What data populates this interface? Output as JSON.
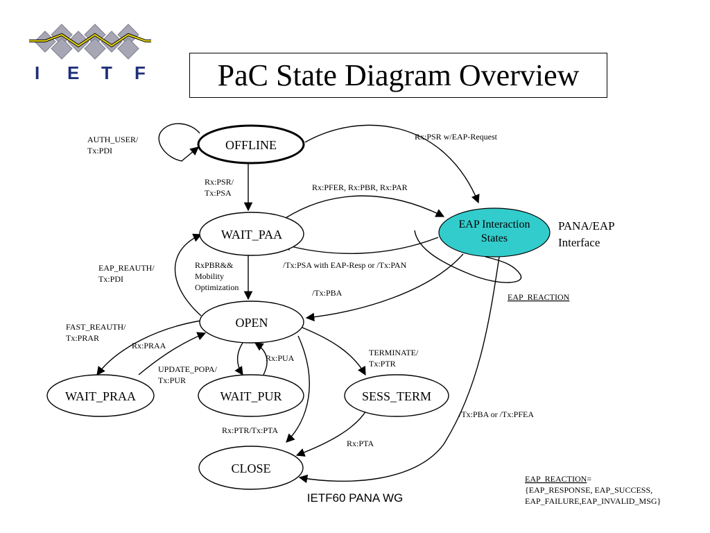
{
  "logo": {
    "letters": [
      "I",
      "E",
      "T",
      "F"
    ]
  },
  "title": "PaC State Diagram Overview",
  "footer": "IETF60 PANA WG",
  "states": {
    "offline": "OFFLINE",
    "wait_paa": "WAIT_PAA",
    "eap_line1": "EAP Interaction",
    "eap_line2": "States",
    "open": "OPEN",
    "wait_praa": "WAIT_PRAA",
    "wait_pur": "WAIT_PUR",
    "sess_term": "SESS_TERM",
    "close": "CLOSE"
  },
  "labels": {
    "auth_user_1": "AUTH_USER/",
    "auth_user_2": "Tx:PDI",
    "rx_psr_1": "Rx:PSR/",
    "rx_psr_2": "Tx:PSA",
    "rx_psr_eap": "Rx:PSR w/EAP-Request",
    "rx_pfer": "Rx:PFER, Rx:PBR, Rx:PAR",
    "pana_eap_1": "PANA/EAP",
    "pana_eap_2": "Interface",
    "tx_psa_eap": "/Tx:PSA with EAP-Resp or /Tx:PAN",
    "eap_reaction": "EAP_REACTION",
    "eap_reauth_1": "EAP_REAUTH/",
    "eap_reauth_2": "Tx:PDI",
    "rxpbr_1": "RxPBR&&",
    "rxpbr_2": "Mobility",
    "rxpbr_3": "Optimization",
    "tx_pba": "/Tx:PBA",
    "fast_reauth_1": "FAST_REAUTH/",
    "fast_reauth_2": "Tx:PRAR",
    "rx_praa": "Rx:PRAA",
    "update_popa_1": "UPDATE_POPA/",
    "update_popa_2": "Tx:PUR",
    "rx_pua": "Rx:PUA",
    "terminate_1": "TERMINATE/",
    "terminate_2": "Tx:PTR",
    "tx_pba_pfea": "/Tx:PBA or /Tx:PFEA",
    "rx_ptr": "Rx:PTR/Tx:PTA",
    "rx_pta": "Rx:PTA"
  },
  "legend": {
    "term": "EAP_REACTION",
    "eq": "=",
    "line2": "{EAP_RESPONSE, EAP_SUCCESS,",
    "line3": "EAP_FAILURE,EAP_INVALID_MSG}"
  },
  "colors": {
    "eap_fill": "#33CCCC",
    "logo_diamond": "#A6A6B4",
    "logo_line": "#E8D800",
    "logo_letters": "#1F2F7A"
  }
}
